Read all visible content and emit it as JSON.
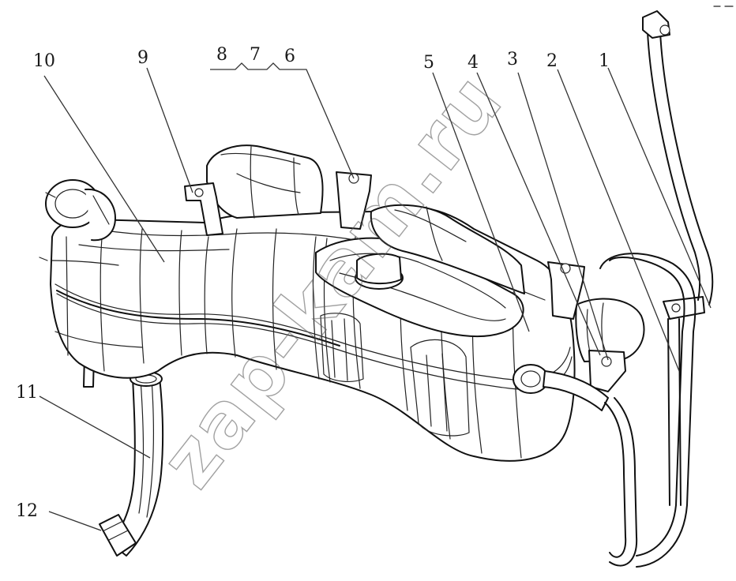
{
  "diagram": {
    "callouts": [
      "1",
      "2",
      "3",
      "4",
      "5",
      "6",
      "7",
      "8",
      "9",
      "10",
      "11",
      "12"
    ],
    "watermark": "zap-kam.ru"
  },
  "colors": {
    "line": "#111111",
    "background": "#ffffff",
    "watermark": "#555555"
  }
}
